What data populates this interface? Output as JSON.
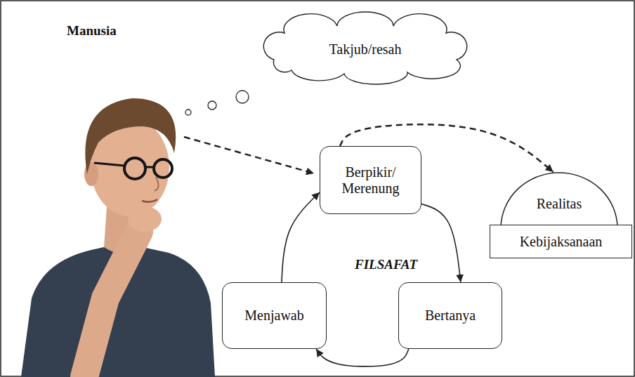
{
  "diagram": {
    "nodes": [
      {
        "text": [
          "Takjub/resah"
        ]
      },
      {
        "text": [
          "Berpikir/ Merenung"
        ]
      },
      {
        "text": [
          "Realitas"
        ]
      },
      {
        "text": [
          "Kebijaksanaan"
        ]
      },
      {
        "text": [
          "Menjawab"
        ]
      },
      {
        "text": [
          "Bertanya"
        ]
      }
    ],
    "edges": [
      {
        "from": 1,
        "to": 5,
        "arrow": "to"
      },
      {
        "from": 5,
        "to": 4,
        "arrow": "to"
      },
      {
        "from": 4,
        "to": 1,
        "arrow": "to"
      },
      {
        "from": 1,
        "to": 2,
        "arrow": "to"
      }
    ],
    "labels": [
      "Manusia",
      "FILSAFAT"
    ]
  }
}
